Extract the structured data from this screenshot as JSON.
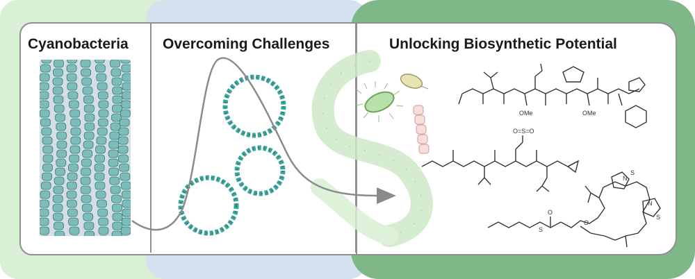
{
  "figure": {
    "sections": [
      {
        "id": "cyanobacteria",
        "title": "Cyanobacteria",
        "bg_color": "#d9efd6"
      },
      {
        "id": "overcoming",
        "title": "Overcoming Challenges",
        "bg_color": "#d3e2ee"
      },
      {
        "id": "unlocking",
        "title": "Unlocking Biosynthetic Potential",
        "bg_color": "#7fb789"
      }
    ],
    "molecule_labels": {
      "ome_1": "OMe",
      "ome_2": "OMe",
      "sulfone": "O=S=O",
      "n_1": "N",
      "s_1": "S",
      "n_2": "N",
      "s_2": "S",
      "s_3": "S",
      "o_1": "O",
      "o_2": "O"
    },
    "colors": {
      "filament_cell": "#5fb0a8",
      "plasmid": "#3aa39a",
      "arrow": "#888888",
      "molecule": "#333333"
    }
  }
}
